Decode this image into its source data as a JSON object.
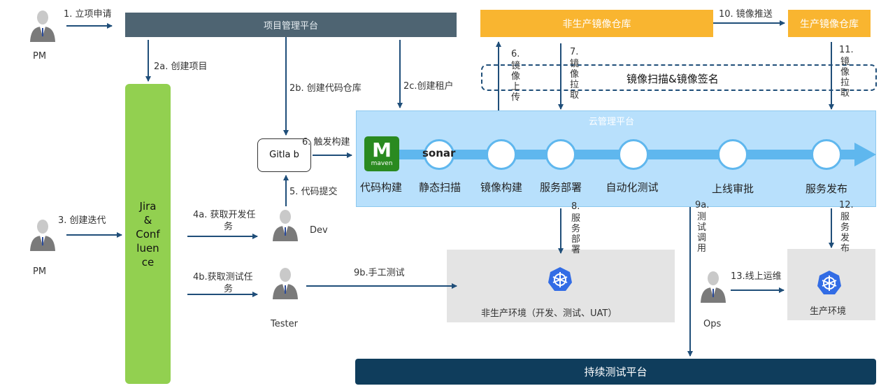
{
  "header": {
    "platform": "项目管理平台",
    "nonprod_registry": "非生产镜像仓库",
    "prod_registry": "生产镜像仓库",
    "image_push": "10. 镜像推送"
  },
  "scan_label": "镜像扫描&镜像签名",
  "cloud": {
    "title": "云管理平台",
    "maven_letter": "M",
    "maven_text": "maven",
    "sonar_text": "sonar",
    "stages": [
      "代码构建",
      "静态扫描",
      "镜像构建",
      "服务部署",
      "自动化测试",
      "上线审批",
      "服务发布"
    ]
  },
  "jira": {
    "text": "Jira & Conf luen ce"
  },
  "gitlab": {
    "text": "Gitla b"
  },
  "nonprod_env": "非生产环境（开发、测试、UAT）",
  "prod_env": "生产环境",
  "ct_platform": "持续测试平台",
  "people": {
    "pm1": "PM",
    "pm2": "PM",
    "dev": "Dev",
    "tester": "Tester",
    "ops": "Ops"
  },
  "steps": {
    "s1": "1. 立项申请",
    "s2a": "2a. 创建项目",
    "s2b": "2b. 创建代码仓库",
    "s2c": "2c.创建租户",
    "s3": "3. 创建迭代",
    "s4a_1": "4a. 获取开发任",
    "s4a_2": "务",
    "s4b_1": "4b.获取测试任",
    "s4b_2": "务",
    "s5": "5. 代码提交",
    "s6trigger": "6. 触发构建",
    "s6num": "6.",
    "s6v": "镜像上传",
    "s7num": "7.",
    "s7v": "镜像拉取",
    "s8num": "8.",
    "s8v": "服务部署",
    "s9anum": "9a.",
    "s9av": "测试调用",
    "s9b": "9b.手工测试",
    "s11num": "11.",
    "s11v": "镜像拉取",
    "s12num": "12.",
    "s12v": "服务发布",
    "s13": "13.线上运维"
  },
  "colors": {
    "platform_bar": "#4e6472",
    "registry": "#f9b530",
    "cloud": "#b8e0fc",
    "jira": "#92d050",
    "env": "#e4e4e4",
    "ct_bar": "#0f3d5c",
    "arrow": "#1f4e79",
    "pipeline": "#5fb7ee"
  }
}
